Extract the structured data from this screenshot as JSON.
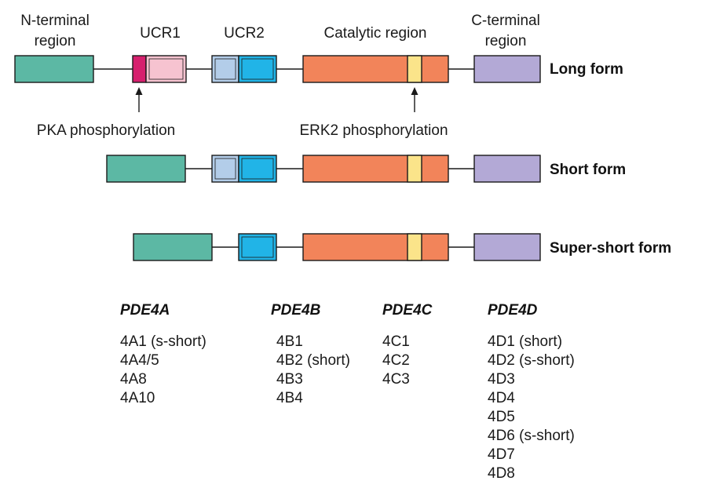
{
  "region_labels": {
    "n_terminal": [
      "N-terminal",
      "region"
    ],
    "ucr1": "UCR1",
    "ucr2": "UCR2",
    "catalytic": "Catalytic region",
    "c_terminal": [
      "C-terminal",
      "region"
    ]
  },
  "phosphorylation": {
    "pka": "PKA phosphorylation",
    "erk2": "ERK2 phosphorylation"
  },
  "forms": {
    "long": "Long form",
    "short": "Short form",
    "super_short": "Super-short form"
  },
  "colors": {
    "n_terminal": "#5cb8a4",
    "ucr1_pka_site": "#d6206e",
    "ucr1": "#f6c3d0",
    "ucr2_light": "#b3cde9",
    "ucr2": "#21b4e7",
    "catalytic": "#f2845a",
    "erk2_site": "#fbe48a",
    "c_terminal": "#b3a9d6"
  },
  "genes": [
    {
      "name": "PDE4A",
      "variants": [
        "4A1 (s-short)",
        "4A4/5",
        "4A8",
        "4A10"
      ]
    },
    {
      "name": "PDE4B",
      "variants": [
        "4B1",
        "4B2 (short)",
        "4B3",
        "4B4"
      ]
    },
    {
      "name": "PDE4C",
      "variants": [
        "4C1",
        "4C2",
        "4C3"
      ]
    },
    {
      "name": "PDE4D",
      "variants": [
        "4D1 (short)",
        "4D2 (s-short)",
        "4D3",
        "4D4",
        "4D5",
        "4D6 (s-short)",
        "4D7",
        "4D8"
      ]
    }
  ]
}
